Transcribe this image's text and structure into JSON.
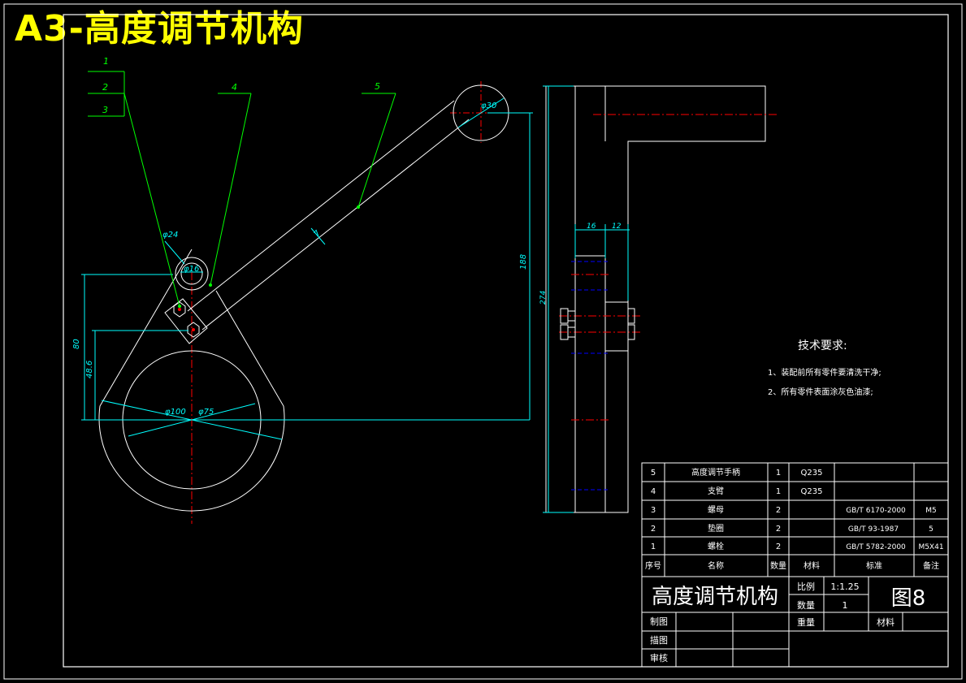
{
  "sheet_title": "A3-高度调节机构",
  "balloons": [
    "1",
    "2",
    "3",
    "4",
    "5"
  ],
  "dimensions": {
    "d24": "φ24",
    "d16": "φ16",
    "d30": "φ30",
    "d100": "φ100",
    "d75": "φ75",
    "h80": "80",
    "h48": "48.6",
    "w7": "7",
    "h188": "188",
    "h274": "274",
    "w16": "16",
    "w12": "12"
  },
  "tech_requirements": {
    "title": "技术要求:",
    "items": [
      "1、装配前所有零件要清洗干净;",
      "2、所有零件表面涂灰色油漆;"
    ]
  },
  "bom": {
    "rows": [
      {
        "no": "5",
        "name": "高度调节手柄",
        "qty": "1",
        "material": "Q235",
        "standard": "",
        "note": ""
      },
      {
        "no": "4",
        "name": "支臂",
        "qty": "1",
        "material": "Q235",
        "standard": "",
        "note": ""
      },
      {
        "no": "3",
        "name": "螺母",
        "qty": "2",
        "material": "",
        "standard": "GB/T 6170-2000",
        "note": "M5"
      },
      {
        "no": "2",
        "name": "垫圈",
        "qty": "2",
        "material": "",
        "standard": "GB/T 93-1987",
        "note": "5"
      },
      {
        "no": "1",
        "name": "螺栓",
        "qty": "2",
        "material": "",
        "standard": "GB/T 5782-2000",
        "note": "M5X41"
      }
    ],
    "header": {
      "no": "序号",
      "name": "名称",
      "qty": "数量",
      "material": "材料",
      "standard": "标准",
      "note": "备注"
    }
  },
  "title_block": {
    "name": "高度调节机构",
    "scale_label": "比例",
    "scale_value": "1:1.25",
    "qty_label": "数量",
    "qty_value": "1",
    "drawing_no": "图8",
    "weight_label": "重量",
    "material_label": "材料",
    "drawn_label": "制图",
    "traced_label": "描图",
    "checked_label": "审核"
  },
  "colors": {
    "outline": "#ffffff",
    "centerline": "#ff0000",
    "dimension": "#00ffff",
    "leader": "#00ff00",
    "hidden": "#0000ff",
    "title": "#ffff00",
    "text": "#ffffff"
  }
}
